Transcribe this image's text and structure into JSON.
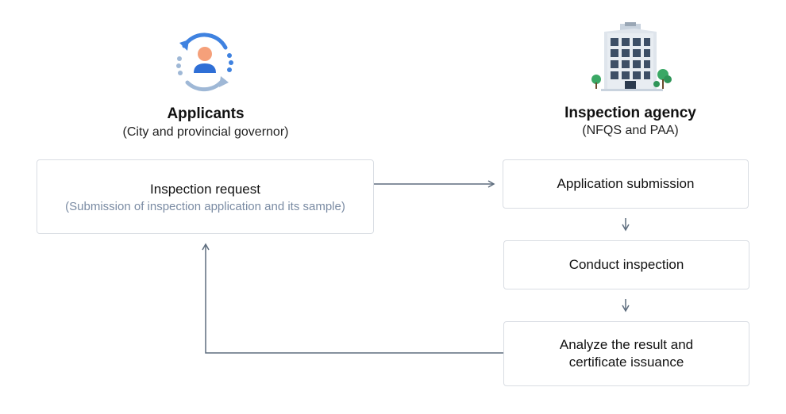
{
  "applicants": {
    "title": "Applicants",
    "subtitle": "(City and provincial governor)",
    "icon": "person-cycle-icon"
  },
  "agency": {
    "title": "Inspection agency",
    "subtitle": "(NFQS and PAA)",
    "icon": "office-building-icon"
  },
  "request_box": {
    "title": "Inspection request",
    "subtitle": "(Submission of inspection application and its sample)"
  },
  "steps": [
    {
      "label": "Application submission"
    },
    {
      "label": "Conduct inspection"
    },
    {
      "label": "Analyze the result and certificate issuance"
    }
  ],
  "colors": {
    "arrow": "#5e6d7e",
    "box_border": "#d9dde3",
    "sub_text": "#7a8ba3",
    "cycle_blue": "#3f82e0",
    "person_orange": "#f5a07a"
  }
}
